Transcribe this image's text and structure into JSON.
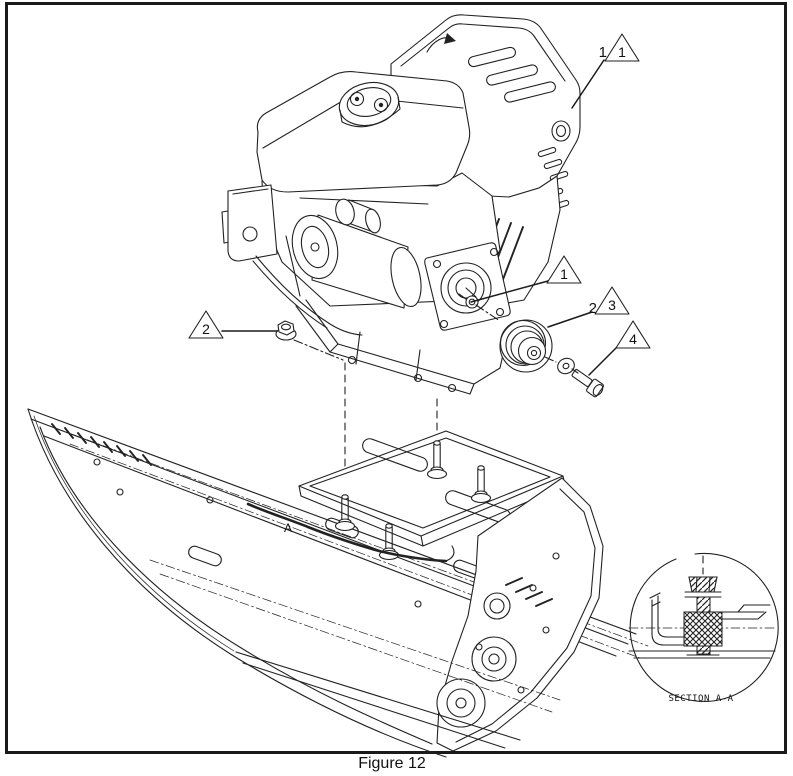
{
  "figure": {
    "caption": "Figure 12",
    "section_title": "SECTION A-A",
    "section_cut_letter": "A"
  },
  "callouts": {
    "engine_top": {
      "item": "1",
      "note": "1"
    },
    "engine_shaft": {
      "note": "1"
    },
    "pulley": {
      "item": "2",
      "note": "3"
    },
    "bolt": {
      "note": "4"
    },
    "nut": {
      "note": "2"
    }
  },
  "colors": {
    "ink": "#1a1a1a",
    "paper": "#ffffff"
  }
}
